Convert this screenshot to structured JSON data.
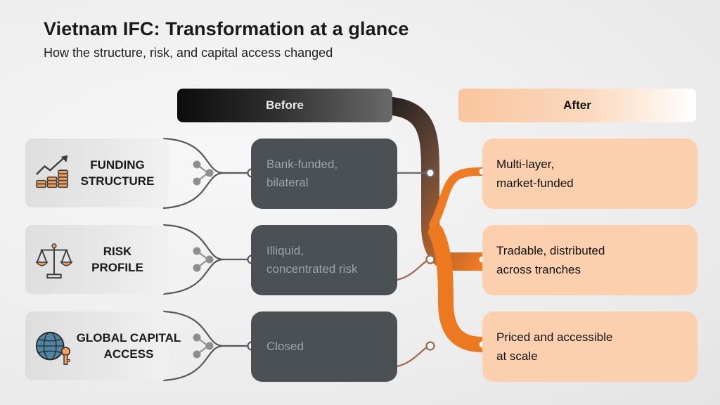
{
  "header": {
    "title": "Vietnam IFC: Transformation at a glance",
    "subtitle": "How the structure, risk, and capital access changed"
  },
  "columns": {
    "before": "Before",
    "after": "After"
  },
  "rows": [
    {
      "label_line1": "FUNDING",
      "label_line2": "STRUCTURE",
      "icon": "coins-growth-icon",
      "before_line1": "Bank-funded,",
      "before_line2": "bilateral",
      "after_line1": "Multi-layer,",
      "after_line2": "market-funded"
    },
    {
      "label_line1": "RISK",
      "label_line2": "PROFILE",
      "icon": "scales-icon",
      "before_line1": "Illiquid,",
      "before_line2": "concentrated risk",
      "after_line1": "Tradable, distributed",
      "after_line2": "across tranches"
    },
    {
      "label_line1": "GLOBAL CAPITAL",
      "label_line2": "ACCESS",
      "icon": "globe-key-icon",
      "before_line1": "Closed",
      "before_line2": "",
      "after_line1": "Priced and accessible",
      "after_line2": "at scale"
    }
  ],
  "colors": {
    "accent_orange": "#ef7a22",
    "dark_box": "#4b5055",
    "after_box": "#fcd0ae"
  }
}
